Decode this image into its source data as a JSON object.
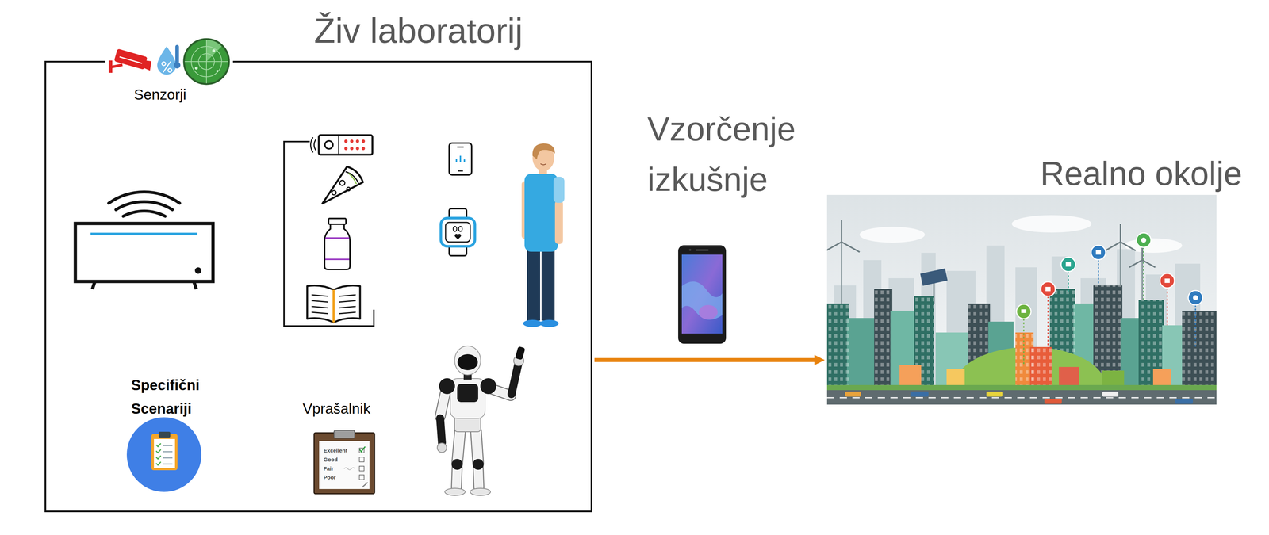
{
  "diagram": {
    "nodes": [
      {
        "text": [
          "Živ laboratorij"
        ]
      },
      {
        "text": [
          "Realno okolje"
        ]
      }
    ],
    "edges": [
      {
        "from": 0,
        "to": 1,
        "arrow": "to"
      }
    ],
    "labels": [
      "Senzorji",
      "Specifični Scenariji",
      "Vprašalnik",
      "Vzorčenje izkušnje",
      "Excellent",
      "Good",
      "Fair",
      "Poor"
    ]
  }
}
